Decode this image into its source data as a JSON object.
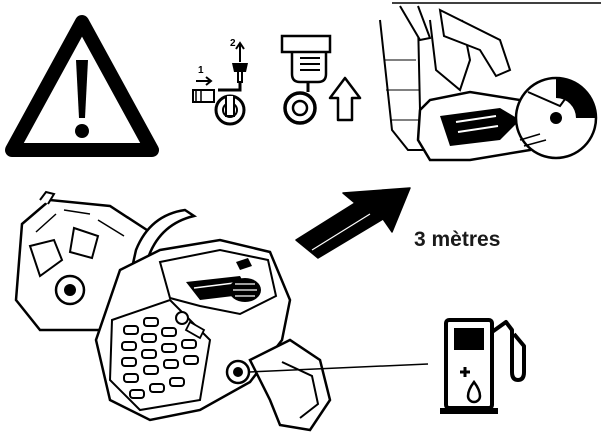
{
  "distance_label": "3 mètres",
  "steps": {
    "one": "1",
    "two": "2"
  },
  "icons": {
    "warning": "warning-triangle-icon",
    "choke": "choke-lever-icon",
    "lift": "lift-hand-arrow-icon",
    "operator": "operator-cutting-icon",
    "arrow": "move-away-arrow-icon",
    "saw": "power-cutter-icon",
    "fuel": "fuel-pump-icon"
  },
  "colors": {
    "ink": "#000000",
    "background": "#ffffff"
  }
}
